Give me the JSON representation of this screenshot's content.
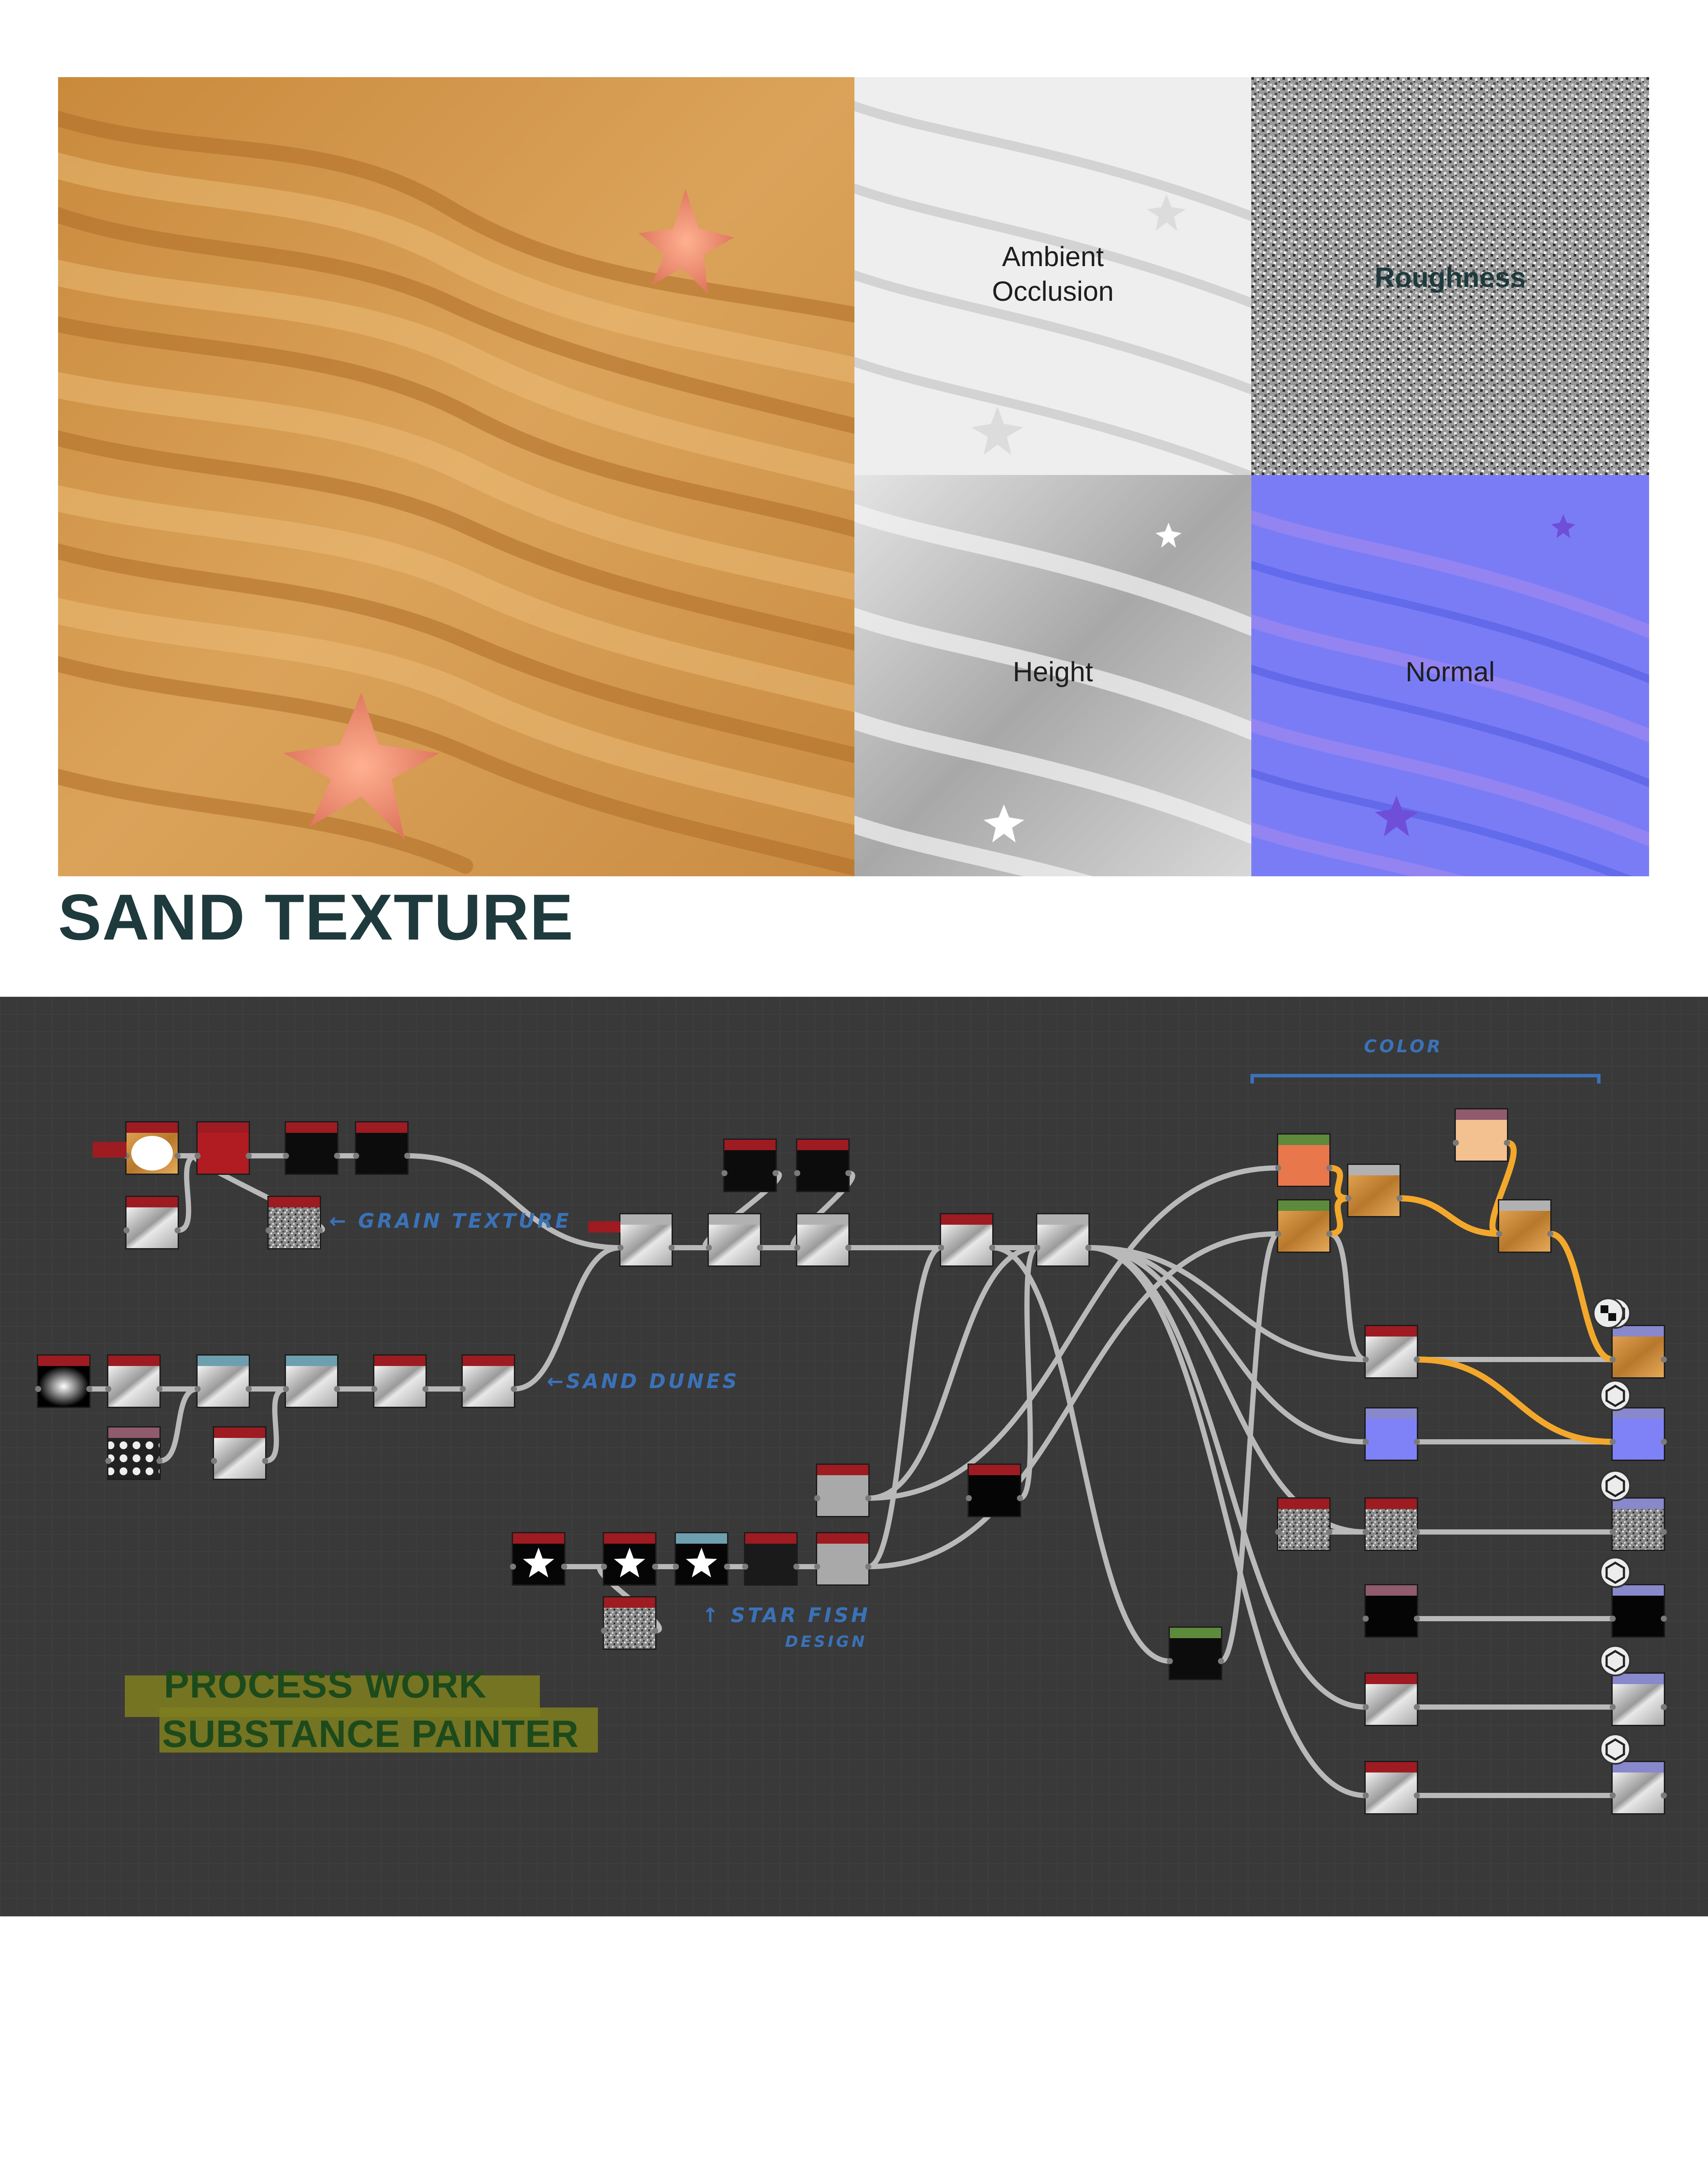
{
  "texture_maps": {
    "ambient_occlusion": "Ambient\nOcclusion",
    "roughness": "Roughness",
    "height": "Height",
    "normal": "Normal"
  },
  "title": "SAND TEXTURE",
  "node_graph": {
    "annotations": {
      "color": "COLOR",
      "grain_texture": "← GRAIN TEXTURE",
      "sand_dunes": "←SAND DUNES",
      "star_fish": "↑ STAR FISH",
      "design": "DESIGN"
    },
    "process_work": "PROCESS WORK",
    "substance_painter": "SUBSTANCE PAINTER"
  },
  "colors": {
    "title": "#1f3a3d",
    "graph_bg": "#393939",
    "annotation_blue": "#3a72b8",
    "highlight": "#7f7f1f",
    "sand": "#d49a4c",
    "normal": "#7a7cf6",
    "link_orange": "#f3a82c"
  }
}
